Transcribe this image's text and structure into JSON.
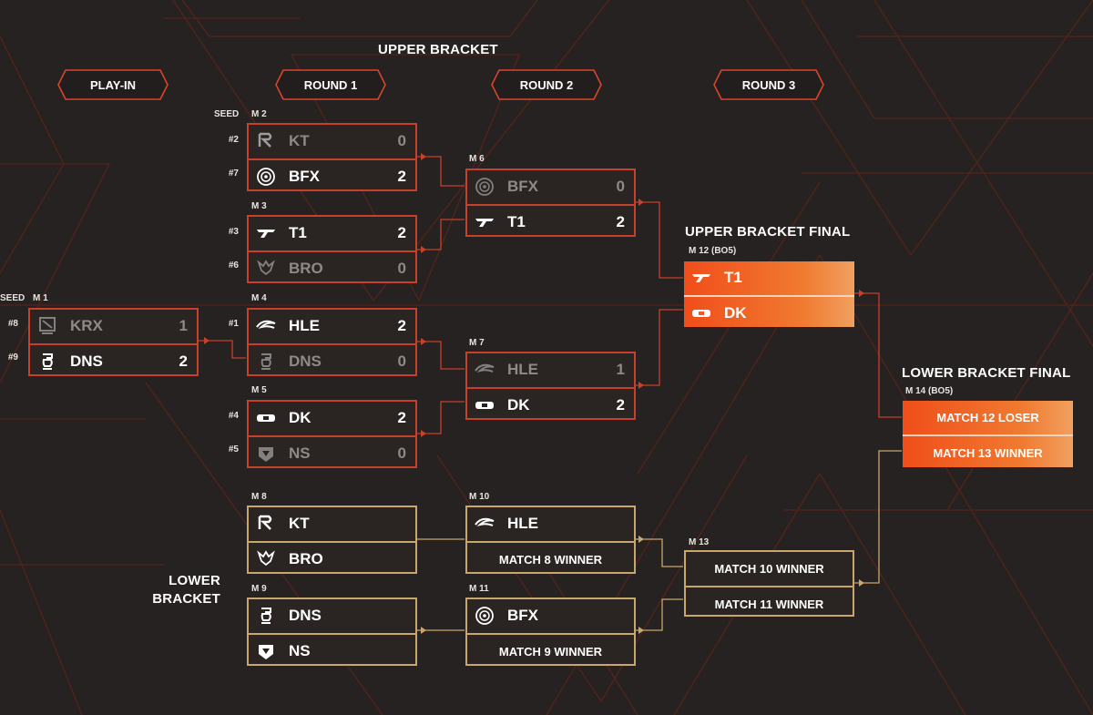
{
  "headers": {
    "upper_bracket": "UPPER BRACKET",
    "lower_bracket": "LOWER\nBRACKET",
    "lower_bracket_line1": "LOWER",
    "lower_bracket_line2": "BRACKET",
    "upper_bracket_final": "UPPER BRACKET FINAL",
    "lower_bracket_final": "LOWER BRACKET FINAL"
  },
  "rounds": [
    "PLAY-IN",
    "ROUND 1",
    "ROUND 2",
    "ROUND 3"
  ],
  "seed_headers": {
    "round1": "SEED",
    "playin": "SEED"
  },
  "colors": {
    "accent": "#c8402a",
    "gold": "#c9a66b",
    "final_gradient_start": "#f04e1a",
    "background": "#262221"
  },
  "matches": {
    "m1": {
      "id": "M 1",
      "teams": [
        {
          "seed": "#8",
          "name": "KRX",
          "score": "1",
          "icon": "krx-logo-icon"
        },
        {
          "seed": "#9",
          "name": "DNS",
          "score": "2",
          "icon": "dns-logo-icon"
        }
      ]
    },
    "m2": {
      "id": "M 2",
      "teams": [
        {
          "seed": "#2",
          "name": "KT",
          "score": "0",
          "icon": "kt-logo-icon"
        },
        {
          "seed": "#7",
          "name": "BFX",
          "score": "2",
          "icon": "bfx-logo-icon"
        }
      ]
    },
    "m3": {
      "id": "M 3",
      "teams": [
        {
          "seed": "#3",
          "name": "T1",
          "score": "2",
          "icon": "t1-logo-icon"
        },
        {
          "seed": "#6",
          "name": "BRO",
          "score": "0",
          "icon": "bro-logo-icon"
        }
      ]
    },
    "m4": {
      "id": "M 4",
      "teams": [
        {
          "seed": "#1",
          "name": "HLE",
          "score": "2",
          "icon": "hle-logo-icon"
        },
        {
          "seed": "",
          "name": "DNS",
          "score": "0",
          "icon": "dns-logo-icon"
        }
      ]
    },
    "m5": {
      "id": "M 5",
      "teams": [
        {
          "seed": "#4",
          "name": "DK",
          "score": "2",
          "icon": "dk-logo-icon"
        },
        {
          "seed": "#5",
          "name": "NS",
          "score": "0",
          "icon": "ns-logo-icon"
        }
      ]
    },
    "m6": {
      "id": "M 6",
      "teams": [
        {
          "name": "BFX",
          "score": "0",
          "icon": "bfx-logo-icon"
        },
        {
          "name": "T1",
          "score": "2",
          "icon": "t1-logo-icon"
        }
      ]
    },
    "m7": {
      "id": "M 7",
      "teams": [
        {
          "name": "HLE",
          "score": "1",
          "icon": "hle-logo-icon"
        },
        {
          "name": "DK",
          "score": "2",
          "icon": "dk-logo-icon"
        }
      ]
    },
    "m8": {
      "id": "M 8",
      "teams": [
        {
          "name": "KT",
          "icon": "kt-logo-icon"
        },
        {
          "name": "BRO",
          "icon": "bro-logo-icon"
        }
      ]
    },
    "m9": {
      "id": "M 9",
      "teams": [
        {
          "name": "DNS",
          "icon": "dns-logo-icon"
        },
        {
          "name": "NS",
          "icon": "ns-logo-icon"
        }
      ]
    },
    "m10": {
      "id": "M 10",
      "teams": [
        {
          "name": "HLE",
          "icon": "hle-logo-icon"
        },
        {
          "name": "MATCH 8 WINNER"
        }
      ]
    },
    "m11": {
      "id": "M 11",
      "teams": [
        {
          "name": "BFX",
          "icon": "bfx-logo-icon"
        },
        {
          "name": "MATCH 9 WINNER"
        }
      ]
    },
    "m12": {
      "id": "M 12 (BO5)",
      "teams": [
        {
          "name": "T1",
          "icon": "t1-logo-icon"
        },
        {
          "name": "DK",
          "icon": "dk-logo-icon"
        }
      ]
    },
    "m13": {
      "id": "M 13",
      "teams": [
        {
          "name": "MATCH 10 WINNER"
        },
        {
          "name": "MATCH 11 WINNER"
        }
      ]
    },
    "m14": {
      "id": "M 14 (BO5)",
      "teams": [
        {
          "name": "MATCH 12 LOSER"
        },
        {
          "name": "MATCH 13 WINNER"
        }
      ]
    }
  }
}
